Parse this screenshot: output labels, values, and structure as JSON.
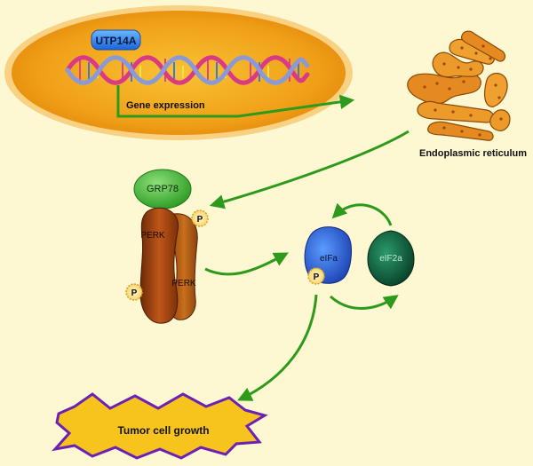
{
  "diagram": {
    "gene_label": "UTP14A",
    "gene_expression_label": "Gene expression",
    "er_label": "Endoplasmic reticulum",
    "grp78_label": "GRP78",
    "perk_left_label": "PERK",
    "perk_right_label": "PERK",
    "phospho_label": "P",
    "eifa_label": "eIFa",
    "eif2a_label": "eIF2a",
    "tumor_label": "Tumor cell growth"
  },
  "colors": {
    "background": "#fdf7d2",
    "nucleus": "#f0a018",
    "arrow": "#2e9a1c",
    "grp78": "#3fb336",
    "perk": "#a24a0e",
    "eifa": "#2a5fd0",
    "eif2a": "#0e5a3c",
    "tumor_fill": "#f7c31d",
    "tumor_stroke": "#6b22b4"
  }
}
